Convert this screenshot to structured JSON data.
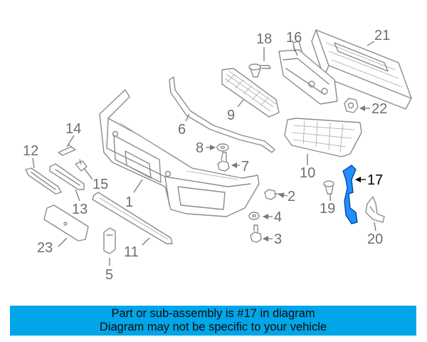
{
  "callouts": {
    "c1": "1",
    "c2": "2",
    "c3": "3",
    "c4": "4",
    "c5": "5",
    "c6": "6",
    "c7": "7",
    "c8": "8",
    "c9": "9",
    "c10": "10",
    "c11": "11",
    "c12": "12",
    "c13": "13",
    "c14": "14",
    "c15": "15",
    "c16": "16",
    "c17": "17",
    "c18": "18",
    "c19": "19",
    "c20": "20",
    "c21": "21",
    "c22": "22",
    "c23": "23"
  },
  "highlight": {
    "part": "17",
    "color": "#1e90ff"
  },
  "banner": {
    "line1": "Part or sub-assembly is #17 in diagram",
    "line2": "Diagram may not be specific to your vehicle",
    "background": "#00a6e8"
  }
}
